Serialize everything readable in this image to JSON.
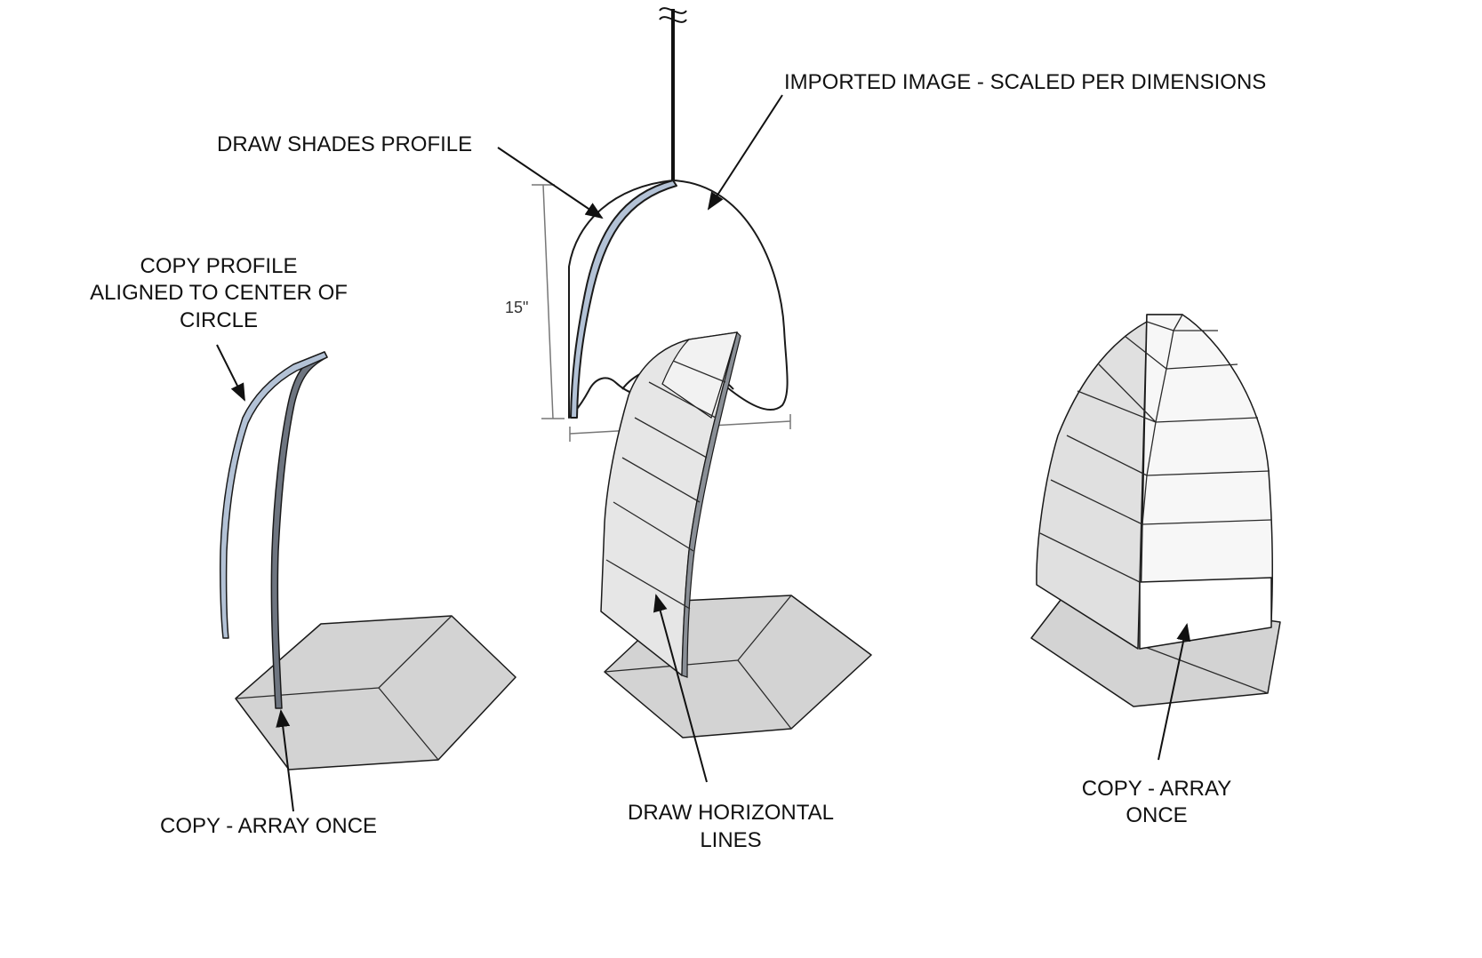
{
  "labels": {
    "imported_image": "IMPORTED IMAGE - SCALED PER DIMENSIONS",
    "draw_profile": "DRAW SHADES PROFILE",
    "copy_profile_line1": "COPY PROFILE",
    "copy_profile_line2": "ALIGNED TO CENTER OF",
    "copy_profile_line3": "CIRCLE",
    "copy_array_left": "COPY - ARRAY ONCE",
    "draw_horizontal_line1": "DRAW HORIZONTAL",
    "draw_horizontal_line2": "LINES",
    "copy_array_right_line1": "COPY - ARRAY",
    "copy_array_right_line2": "ONCE",
    "dimension_height": "15\""
  },
  "colors": {
    "profile_blue": "#b3c2d6",
    "profile_dark": "#6e7580",
    "hex_face": "#d3d3d3",
    "surface_light": "#f0f0f0",
    "surface_mid": "#e0e0e0",
    "stroke": "#1a1a1a"
  }
}
